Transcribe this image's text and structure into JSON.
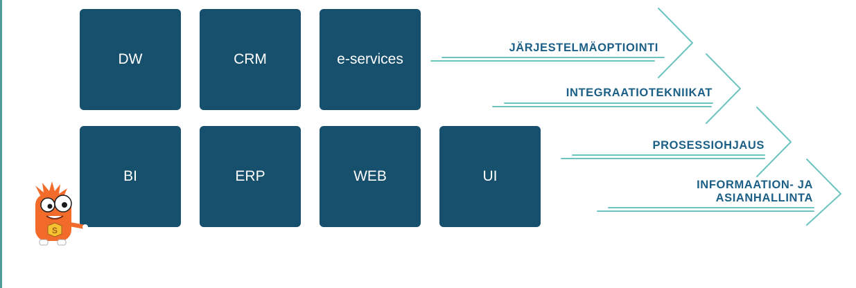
{
  "colors": {
    "tile": "#17506d",
    "label": "#1b5f86",
    "line": "#6cc4c1",
    "border": "#4f9a98"
  },
  "tiles": {
    "row1": [
      "DW",
      "CRM",
      "e-services"
    ],
    "row2": [
      "BI",
      "ERP",
      "WEB",
      "UI"
    ]
  },
  "arrows": [
    {
      "label": "JÄRJESTELMÄOPTIOINTI"
    },
    {
      "label": "INTEGRAATIOTEKNIIKAT"
    },
    {
      "label": "PROSESSIOHJAUS"
    },
    {
      "label_line1": "INFORMAATION- JA",
      "label_line2": "ASIANHALLINTA"
    }
  ],
  "mascot": {
    "icon": "orange-monster-mascot-icon",
    "badge_text": "S"
  }
}
